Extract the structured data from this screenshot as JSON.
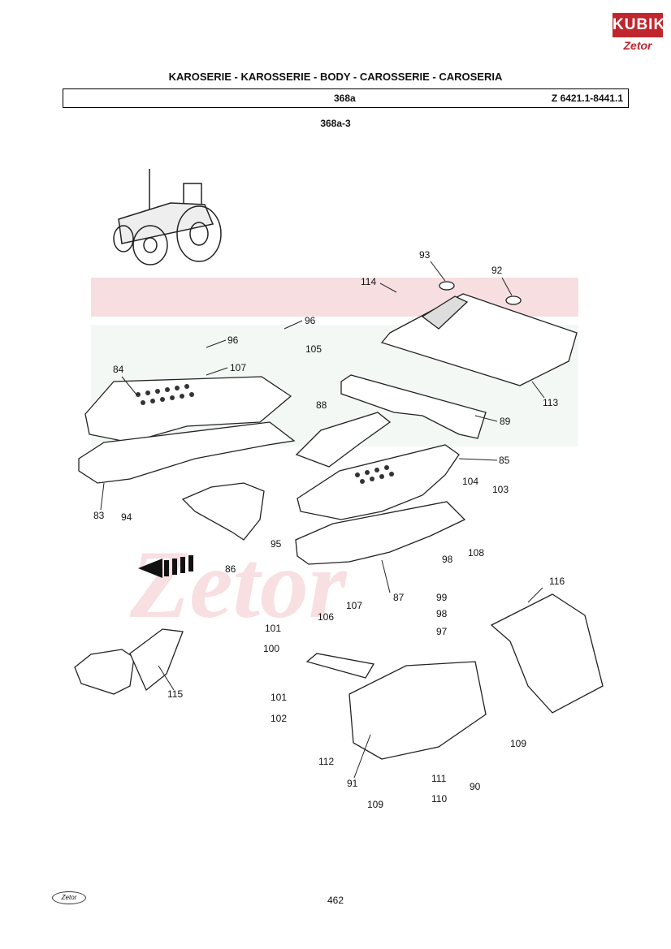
{
  "brand": {
    "top": "KUBIK",
    "bottom": "Zetor",
    "colors": {
      "brand_red": "#c0262d",
      "watermark": "#f6d9dc"
    }
  },
  "header": {
    "title": "KAROSERIE - KAROSSERIE - BODY - CAROSSERIE - CAROSERIA",
    "section": "368a",
    "model": "Z 6421.1-8441.1",
    "subsection": "368a-3"
  },
  "footer": {
    "page": "462",
    "logo": "Zetor"
  },
  "callouts": {
    "c83": "83",
    "c84": "84",
    "c85": "85",
    "c86": "86",
    "c87": "87",
    "c88": "88",
    "c89": "89",
    "c90": "90",
    "c91": "91",
    "c92": "92",
    "c93": "93",
    "c94": "94",
    "c95": "95",
    "c96a": "96",
    "c96b": "96",
    "c97": "97",
    "c98a": "98",
    "c98b": "98",
    "c99": "99",
    "c100": "100",
    "c101a": "101",
    "c101b": "101",
    "c102": "102",
    "c103": "103",
    "c104": "104",
    "c105": "105",
    "c106": "106",
    "c107a": "107",
    "c107b": "107",
    "c108": "108",
    "c109a": "109",
    "c109b": "109",
    "c110": "110",
    "c111": "111",
    "c112": "112",
    "c113": "113",
    "c114": "114",
    "c115": "115",
    "c116": "116"
  }
}
